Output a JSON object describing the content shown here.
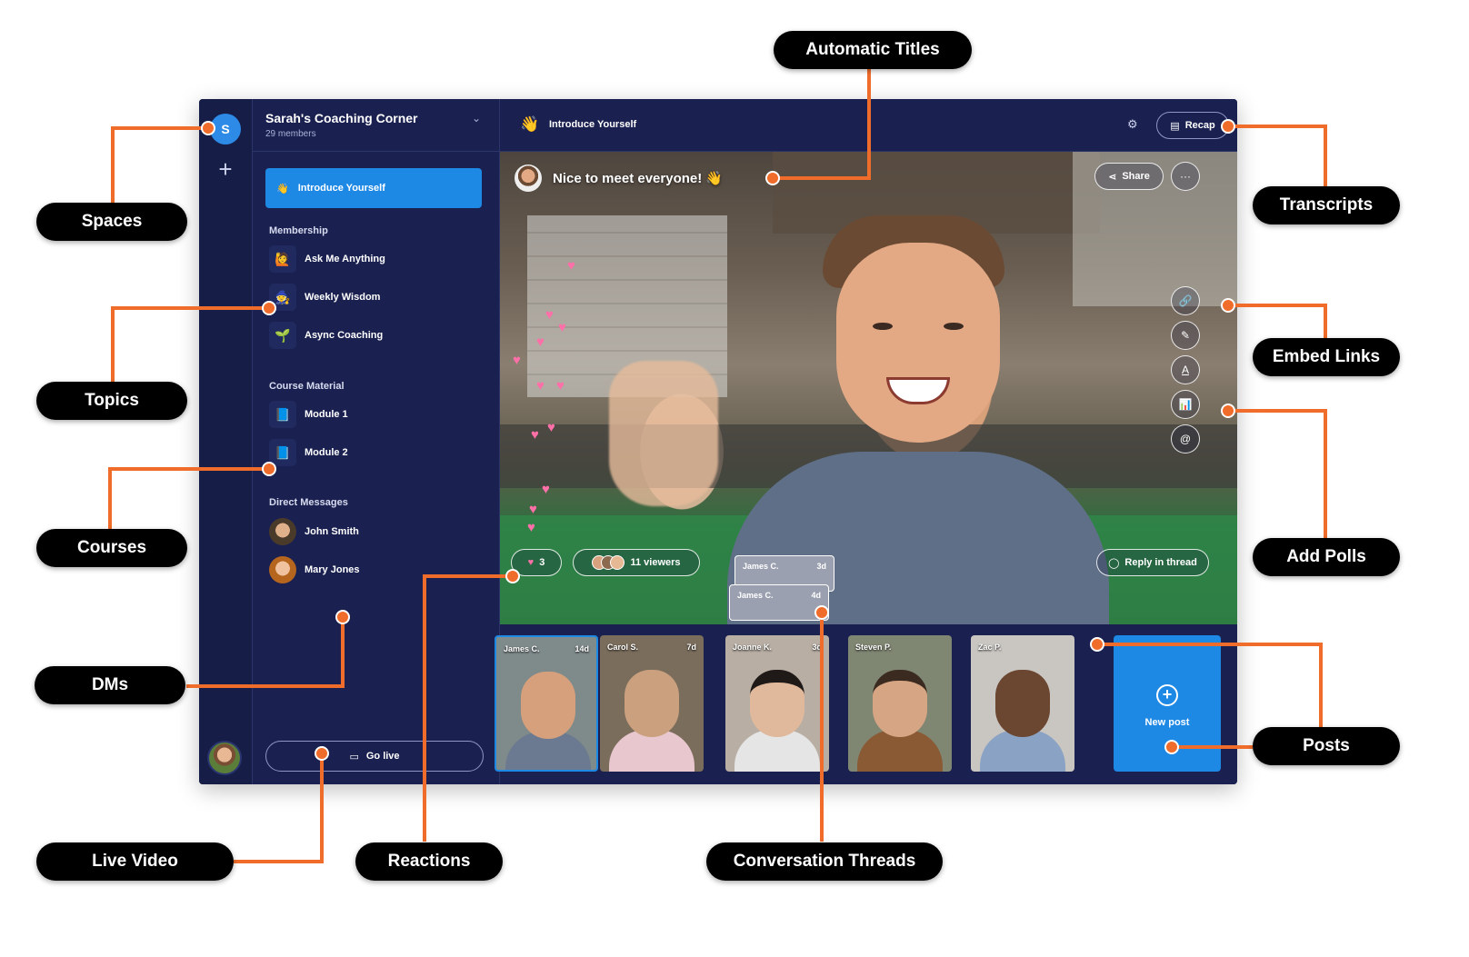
{
  "space": {
    "initial": "S",
    "name": "Sarah's Coaching Corner",
    "members": "29 members"
  },
  "sidebar": {
    "active_topic": "Introduce Yourself",
    "sections": [
      {
        "label": "Membership",
        "items": [
          "Ask Me Anything",
          "Weekly Wisdom",
          "Async Coaching"
        ]
      },
      {
        "label": "Course Material",
        "items": [
          "Module 1",
          "Module 2"
        ]
      },
      {
        "label": "Direct Messages",
        "items": [
          "John Smith",
          "Mary Jones"
        ]
      }
    ],
    "go_live": "Go live"
  },
  "topbar": {
    "title": "Introduce Yourself",
    "recap": "Recap"
  },
  "video": {
    "caption": "Nice to meet everyone! 👋",
    "share": "Share",
    "more": "···",
    "reactions": "3",
    "viewers": "11 viewers",
    "reply": "Reply in thread"
  },
  "thumbnails": [
    {
      "name": "James C.",
      "ago": "14d"
    },
    {
      "name": "Carol S.",
      "ago": "7d"
    },
    {
      "name": "Joanne K.",
      "ago": "3d"
    },
    {
      "name": "Steven P.",
      "ago": ""
    },
    {
      "name": "Zac P.",
      "ago": ""
    }
  ],
  "thread_stack": [
    {
      "name": "James C.",
      "ago": "3d"
    },
    {
      "name": "James C.",
      "ago": "4d"
    }
  ],
  "new_post": "New post",
  "callouts": {
    "spaces": "Spaces",
    "topics": "Topics",
    "courses": "Courses",
    "dms": "DMs",
    "live_video": "Live Video",
    "reactions": "Reactions",
    "conversation_threads": "Conversation Threads",
    "automatic_titles": "Automatic Titles",
    "transcripts": "Transcripts",
    "embed_links": "Embed Links",
    "add_polls": "Add Polls",
    "posts": "Posts"
  },
  "colors": {
    "callout_line": "#ef6c2b",
    "app_bg": "#1a2150",
    "accent": "#1e88e5"
  }
}
